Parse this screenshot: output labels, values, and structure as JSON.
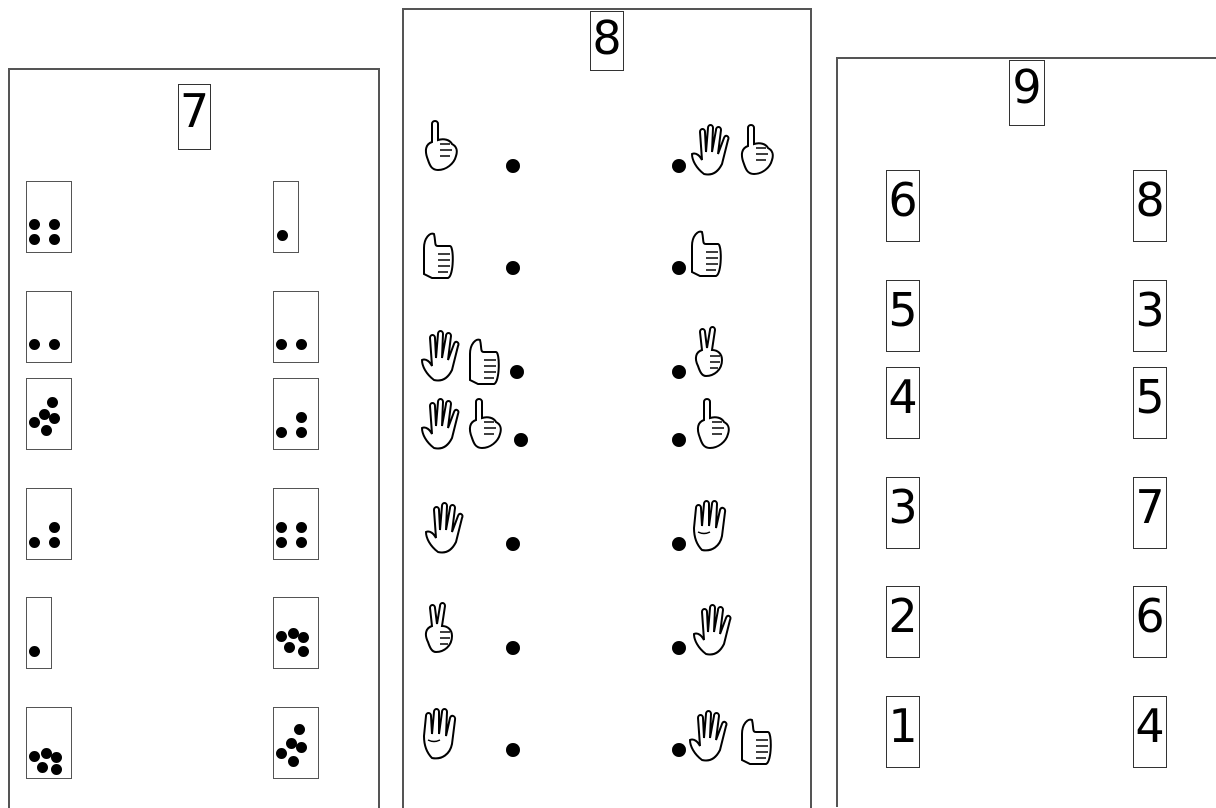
{
  "panels": [
    {
      "title": "7",
      "left_counts": [
        4,
        2,
        5,
        3,
        1,
        5
      ],
      "right_counts": [
        1,
        2,
        3,
        4,
        5,
        5
      ]
    },
    {
      "title": "8",
      "left_hands": [
        [
          "hand-one-finger-icon"
        ],
        [
          "hand-thumb-icon"
        ],
        [
          "hand-five-icon",
          "hand-thumb-icon"
        ],
        [
          "hand-five-icon",
          "hand-one-finger-icon"
        ],
        [
          "hand-five-icon"
        ],
        [
          "hand-two-fingers-icon"
        ],
        [
          "hand-four-fingers-icon"
        ]
      ],
      "right_hands": [
        [
          "hand-five-icon",
          "hand-one-finger-icon"
        ],
        [
          "hand-thumb-icon"
        ],
        [
          "hand-two-fingers-icon"
        ],
        [
          "hand-one-finger-icon"
        ],
        [
          "hand-four-fingers-icon"
        ],
        [
          "hand-five-icon"
        ],
        [
          "hand-five-icon",
          "hand-thumb-icon"
        ]
      ]
    },
    {
      "title": "9",
      "left_numbers": [
        "6",
        "5",
        "4",
        "3",
        "2",
        "1"
      ],
      "right_numbers": [
        "8",
        "3",
        "5",
        "7",
        "6",
        "4"
      ]
    }
  ]
}
